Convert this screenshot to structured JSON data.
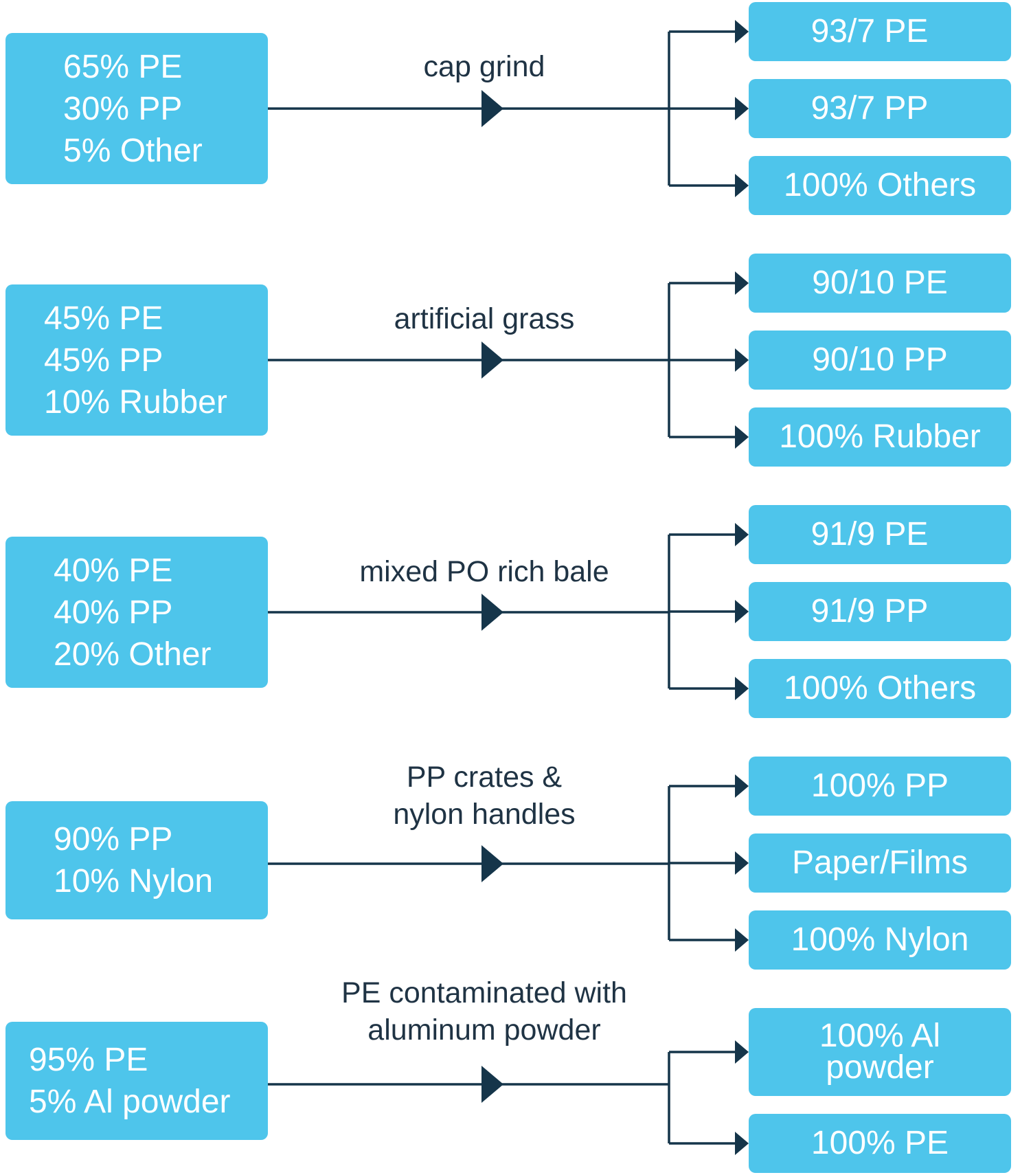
{
  "flows": [
    {
      "label": "cap grind",
      "input_lines": [
        "65% PE",
        "30% PP",
        "5% Other"
      ],
      "outputs": [
        "93/7 PE",
        "93/7 PP",
        "100% Others"
      ]
    },
    {
      "label": "artificial grass",
      "input_lines": [
        "45% PE",
        "45% PP",
        "10% Rubber"
      ],
      "outputs": [
        "90/10 PE",
        "90/10 PP",
        "100% Rubber"
      ]
    },
    {
      "label": "mixed PO rich bale",
      "input_lines": [
        "40% PE",
        "40% PP",
        "20% Other"
      ],
      "outputs": [
        "91/9 PE",
        "91/9 PP",
        "100% Others"
      ]
    },
    {
      "label": "PP crates &\nnylon handles",
      "input_lines": [
        "90% PP",
        "10% Nylon"
      ],
      "outputs": [
        "100% PP",
        "Paper/Films",
        "100% Nylon"
      ]
    },
    {
      "label": "PE contaminated with\naluminum powder",
      "input_lines": [
        "95% PE",
        "5% Al powder"
      ],
      "outputs": [
        "100% Al\npowder",
        "100% PE"
      ]
    }
  ],
  "colors": {
    "box_fill": "#4ec5eb",
    "box_text": "#ffffff",
    "connector": "#15354a",
    "label_text": "#1f3344"
  }
}
